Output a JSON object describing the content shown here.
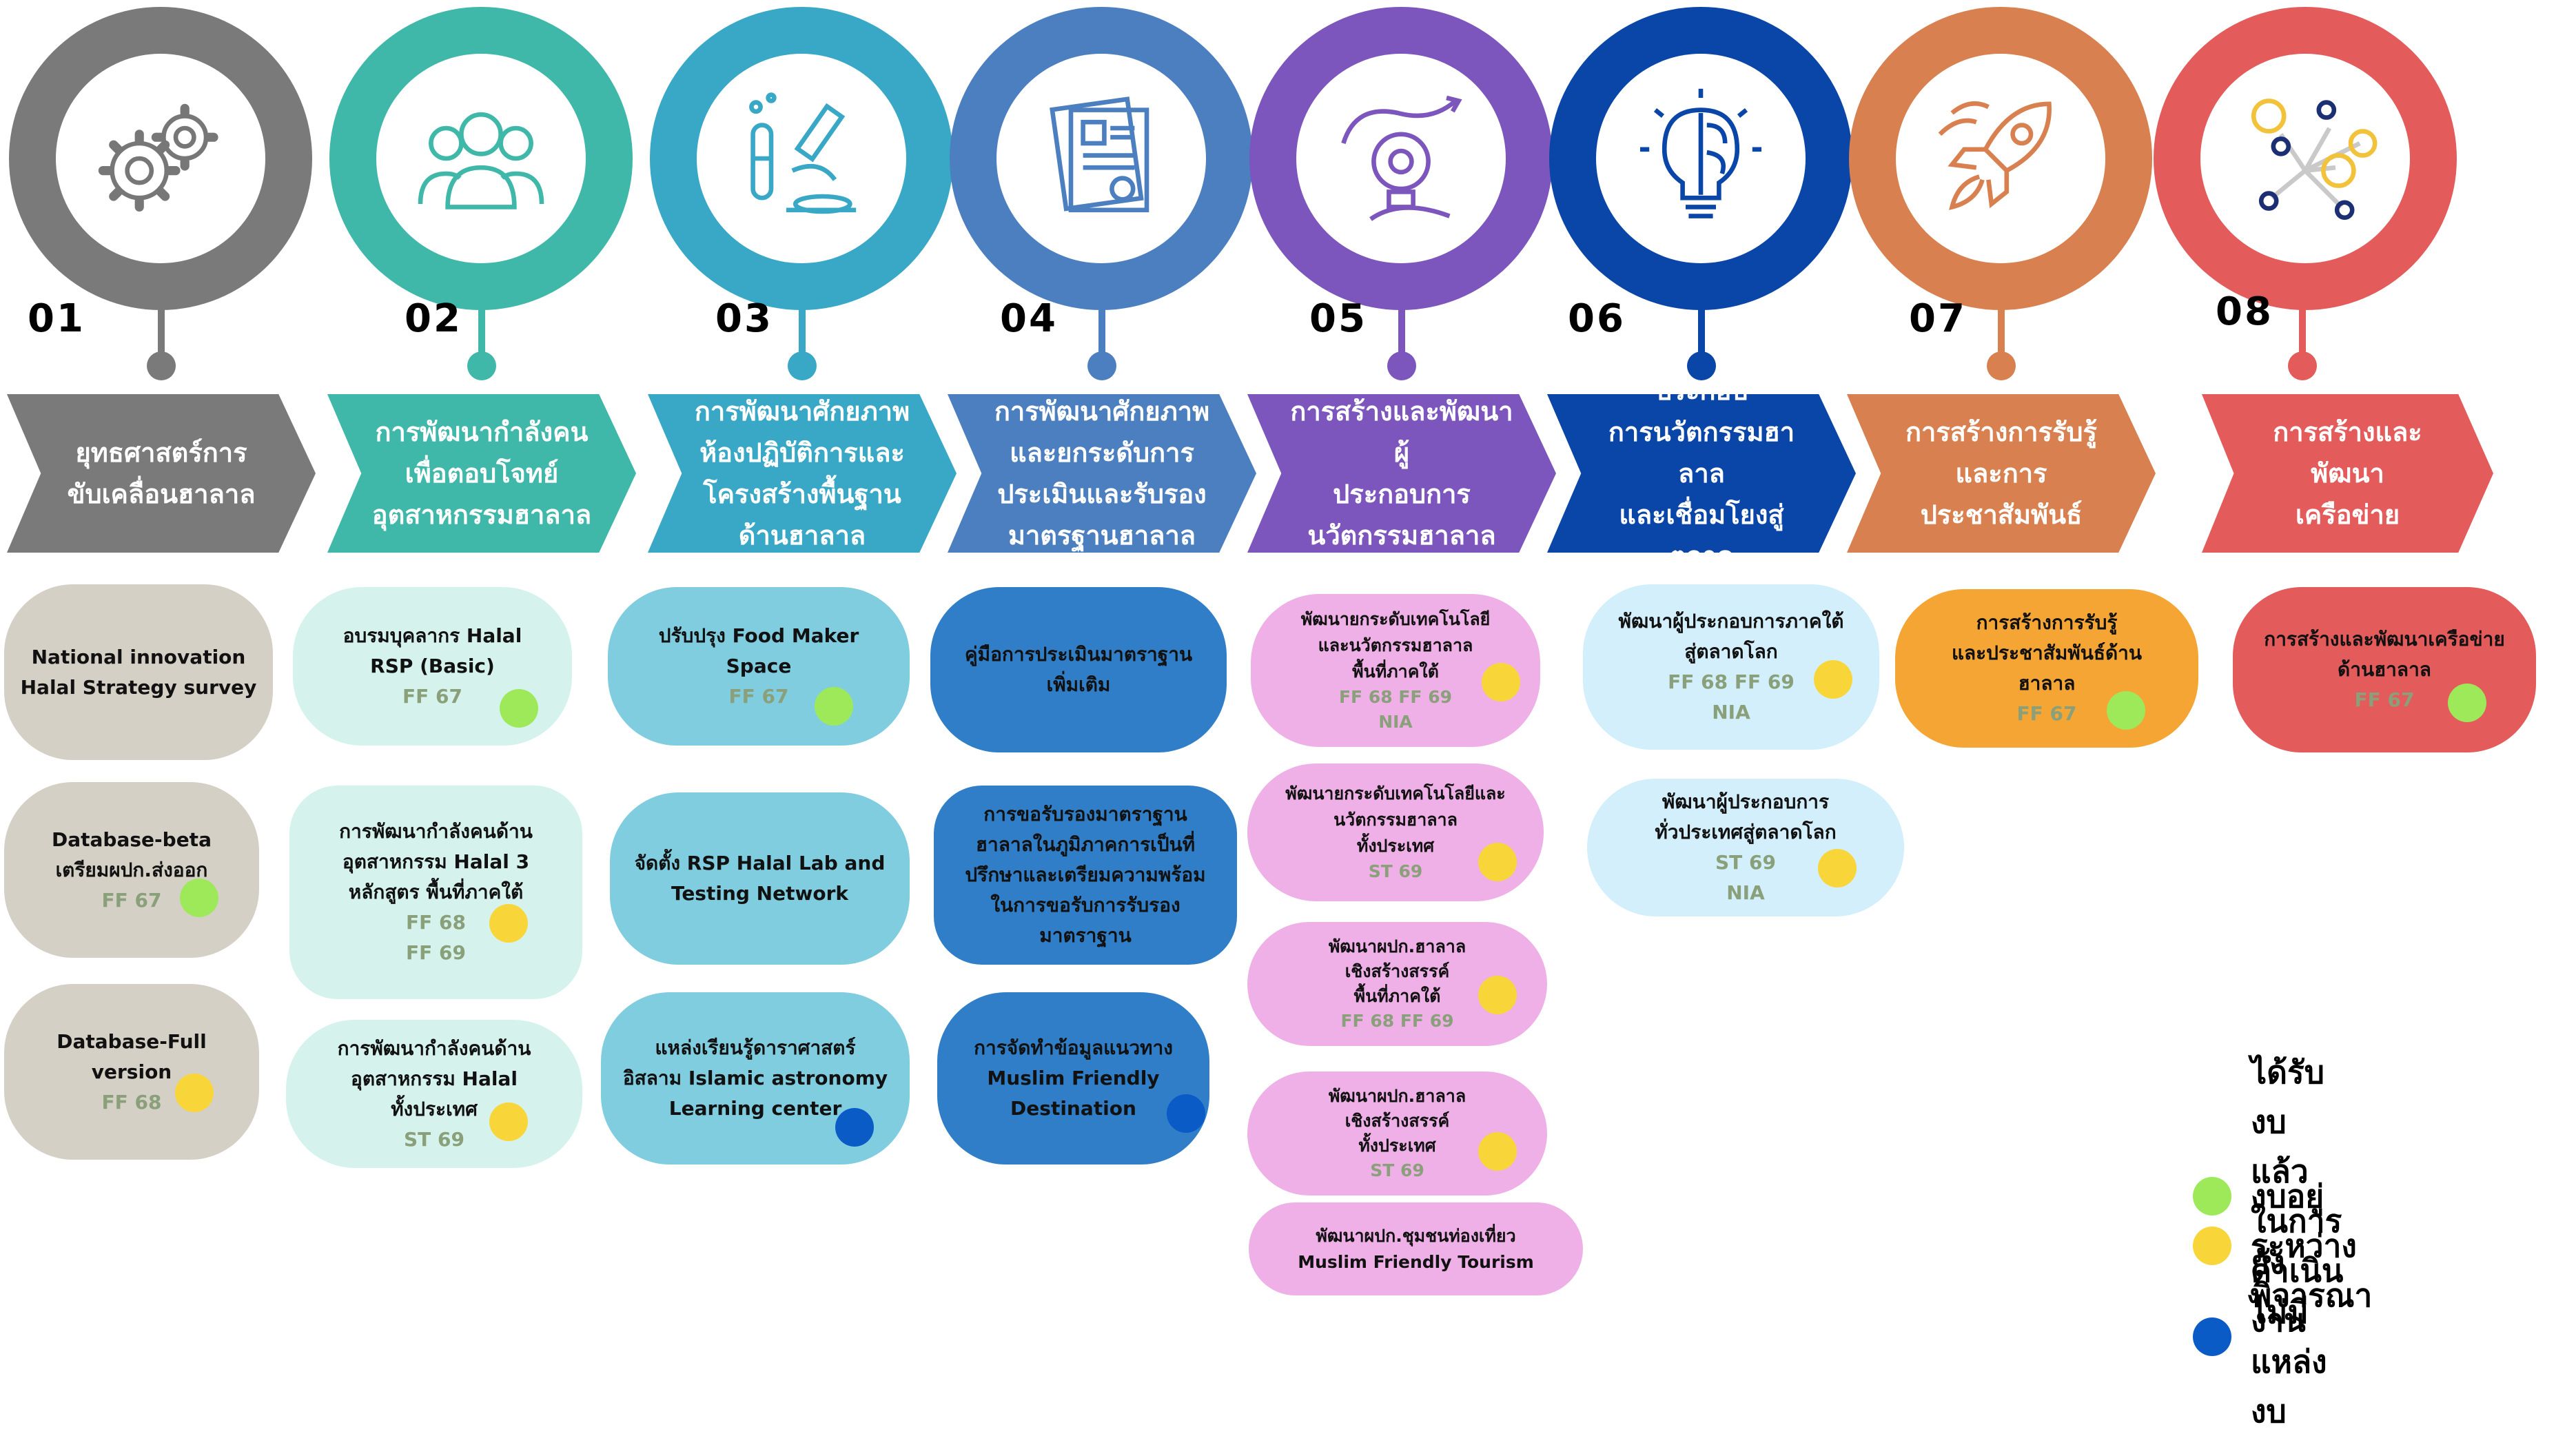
{
  "legend": {
    "green": "ได้รับงบแล้วในการ\nดำเนินงาน",
    "yellow": "งบอยู่ระหว่างพิจารณา",
    "blue": "ยังไม่มีแหล่งงบ"
  },
  "colors": {
    "c1": "#7a7a7a",
    "c2": "#3fb8a9",
    "c3": "#38a8c6",
    "c4": "#4b7fbf",
    "c5": "#7c55bd",
    "c6": "#0a45a8",
    "c7": "#d8804f",
    "c8": "#e35b5b",
    "green": "#9ee95a",
    "yellow": "#f8d63a",
    "blue": "#0b5bc7"
  },
  "steps": [
    {
      "number": "01",
      "icon": "gears-icon",
      "title": "ยุทธศาสตร์การ\nขับเคลื่อนฮาลาล",
      "items": [
        {
          "text": "National innovation\nHalal Strategy survey",
          "budget": ""
        },
        {
          "text": "Database-beta\nเตรียมผปก.ส่งออก",
          "budget": "FF 67",
          "status": "green"
        },
        {
          "text": "Database-Full\nversion",
          "budget": "FF 68",
          "status": "yellow"
        }
      ]
    },
    {
      "number": "02",
      "icon": "people-icon",
      "title": "การพัฒนากำลังคน\nเพื่อตอบโจทย์\nอุตสาหกรรมฮาลาล",
      "items": [
        {
          "text": "อบรมบุคลากร Halal\nRSP (Basic)",
          "budget": "FF 67",
          "status": "green"
        },
        {
          "text": "การพัฒนากำลังคนด้าน\nอุตสาหกรรม Halal   3\nหลักสูตร พื้นที่ภาคใต้",
          "budget": "FF 68\nFF 69",
          "status": "yellow"
        },
        {
          "text": "การพัฒนากำลังคนด้าน\nอุตสาหกรรม Halal\nทั้งประเทศ",
          "budget": "ST 69",
          "status": "yellow"
        }
      ]
    },
    {
      "number": "03",
      "icon": "microscope-icon",
      "title": "การพัฒนาศักยภาพ\nห้องปฏิบัติการและ\nโครงสร้างพื้นฐาน\nด้านฮาลาล",
      "items": [
        {
          "text": "ปรับปรุง Food Maker\nSpace",
          "budget": "FF 67",
          "status": "green"
        },
        {
          "text": "จัดตั้ง RSP Halal Lab and\nTesting Network",
          "budget": ""
        },
        {
          "text": "แหล่งเรียนรู้ดาราศาสตร์\nอิสลาม Islamic astronomy\nLearning center",
          "budget": "",
          "status": "blue"
        }
      ]
    },
    {
      "number": "04",
      "icon": "certificate-icon",
      "title": "การพัฒนาศักยภาพ\nและยกระดับการ\nประเมินและรับรอง\nมาตรฐานฮาลาล",
      "items": [
        {
          "text": "คู่มือการประเมินมาตราฐาน\nเพิ่มเติม",
          "budget": ""
        },
        {
          "text": "การขอรับรองมาตราฐาน\nฮาลาลในภูมิภาคการเป็นที่\nปรึกษาและเตรียมความพร้อม\nในการขอรับการรับรอง\nมาตราฐาน",
          "budget": ""
        },
        {
          "text": "การจัดทำข้อมูลแนวทาง\nMuslim Friendly\nDestination",
          "budget": "",
          "status": "blue"
        }
      ]
    },
    {
      "number": "05",
      "icon": "idea-bulb-icon",
      "title": "การสร้างและพัฒนาผู้\nประกอบการ\nนวัตกรรมฮาลาล",
      "items": [
        {
          "text": "พัฒนายกระดับเทคโนโลยี\nและนวัตกรรมฮาลาล\nพื้นที่ภาคใต้",
          "budget": "FF 68 FF 69\nNIA",
          "status": "yellow"
        },
        {
          "text": "พัฒนายกระดับเทคโนโลยีและ\nนวัตกรรมฮาลาล\nทั้งประเทศ",
          "budget": "ST 69",
          "status": "yellow"
        },
        {
          "text": "พัฒนาผปก.ฮาลาล\nเชิงสร้างสรรค์\nพื้นที่ภาคใต้",
          "budget": "FF 68  FF 69",
          "status": "yellow"
        },
        {
          "text": "พัฒนาผปก.ฮาลาล\nเชิงสร้างสรรค์\nทั้งประเทศ",
          "budget": "ST 69",
          "status": "yellow"
        },
        {
          "text": "พัฒนาผปก.ชุมชนท่องเที่ยว\nMuslim Friendly Tourism",
          "budget": ""
        }
      ]
    },
    {
      "number": "06",
      "icon": "brain-bulb-icon",
      "title": "การพัฒนาผู้ประกอบ\nการนวัตกรรมฮาลาล\nและเชื่อมโยงสู่ตลาด\nโลก",
      "items": [
        {
          "text": "พัฒนาผู้ประกอบการภาคใต้\nสู่ตลาดโลก",
          "budget": "FF 68 FF 69\nNIA",
          "status": "yellow"
        },
        {
          "text": "พัฒนาผู้ประกอบการ\nทั่วประเทศสู่ตลาดโลก",
          "budget": "ST 69\nNIA",
          "status": "yellow"
        }
      ]
    },
    {
      "number": "07",
      "icon": "rocket-icon",
      "title": "การสร้างการรับรู้และการ\nประชาสัมพันธ์",
      "items": [
        {
          "text": "การสร้างการรับรู้\nและประชาสัมพันธ์ด้าน\nฮาลาล",
          "budget": "FF 67",
          "status": "green"
        }
      ]
    },
    {
      "number": "08",
      "icon": "network-icon",
      "title": "การสร้างและพัฒนา\nเครือข่าย",
      "items": [
        {
          "text": "การสร้างและพัฒนาเครือข่าย\nด้านฮาลาล",
          "budget": "FF 67",
          "status": "green"
        }
      ]
    }
  ]
}
